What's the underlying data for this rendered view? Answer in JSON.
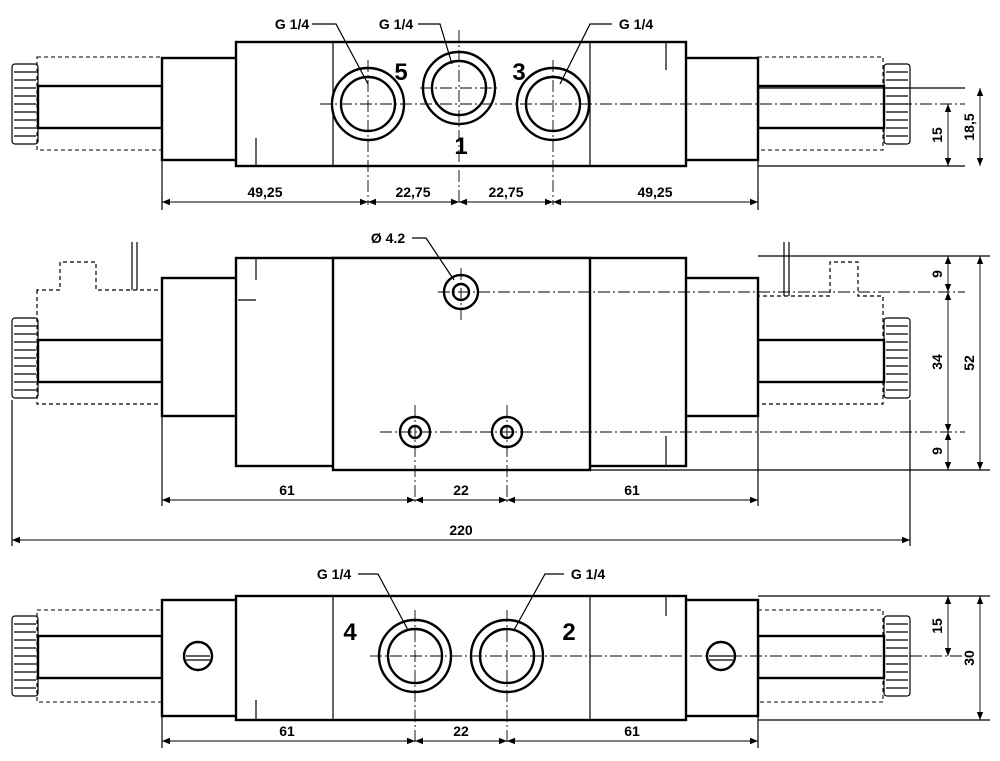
{
  "top_view": {
    "callouts": [
      "G 1/4",
      "G 1/4",
      "G 1/4"
    ],
    "ports": [
      "5",
      "3",
      "1"
    ],
    "dims_bottom": [
      "49,25",
      "22,75",
      "22,75",
      "49,25"
    ],
    "dims_right": [
      "15",
      "18,5"
    ]
  },
  "middle_view": {
    "hole_callout": "Ø 4.2",
    "dims_bottom": [
      "61",
      "22",
      "61"
    ],
    "dims_right": [
      "9",
      "34",
      "9",
      "52"
    ],
    "overall": "220"
  },
  "bottom_view": {
    "callouts": [
      "G 1/4",
      "G 1/4"
    ],
    "ports": [
      "4",
      "2"
    ],
    "dims_bottom": [
      "61",
      "22",
      "61"
    ],
    "dims_right": [
      "15",
      "30"
    ]
  }
}
